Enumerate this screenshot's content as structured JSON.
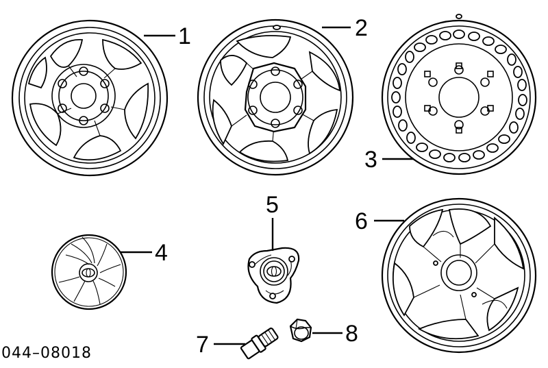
{
  "diagram": {
    "part_number": "044–08018",
    "callouts": [
      {
        "id": "1",
        "label": "1"
      },
      {
        "id": "2",
        "label": "2"
      },
      {
        "id": "3",
        "label": "3"
      },
      {
        "id": "4",
        "label": "4"
      },
      {
        "id": "5",
        "label": "5"
      },
      {
        "id": "6",
        "label": "6"
      },
      {
        "id": "7",
        "label": "7"
      },
      {
        "id": "8",
        "label": "8"
      }
    ],
    "parts": [
      {
        "callout": "1",
        "icon": "alloy-wheel-five-spoke-icon"
      },
      {
        "callout": "2",
        "icon": "alloy-wheel-three-spoke-icon"
      },
      {
        "callout": "3",
        "icon": "steel-wheel-icon"
      },
      {
        "callout": "4",
        "icon": "hub-cap-icon"
      },
      {
        "callout": "5",
        "icon": "center-ornament-icon"
      },
      {
        "callout": "6",
        "icon": "alloy-wheel-sport-icon"
      },
      {
        "callout": "7",
        "icon": "valve-stem-icon"
      },
      {
        "callout": "8",
        "icon": "lug-nut-icon"
      }
    ]
  }
}
